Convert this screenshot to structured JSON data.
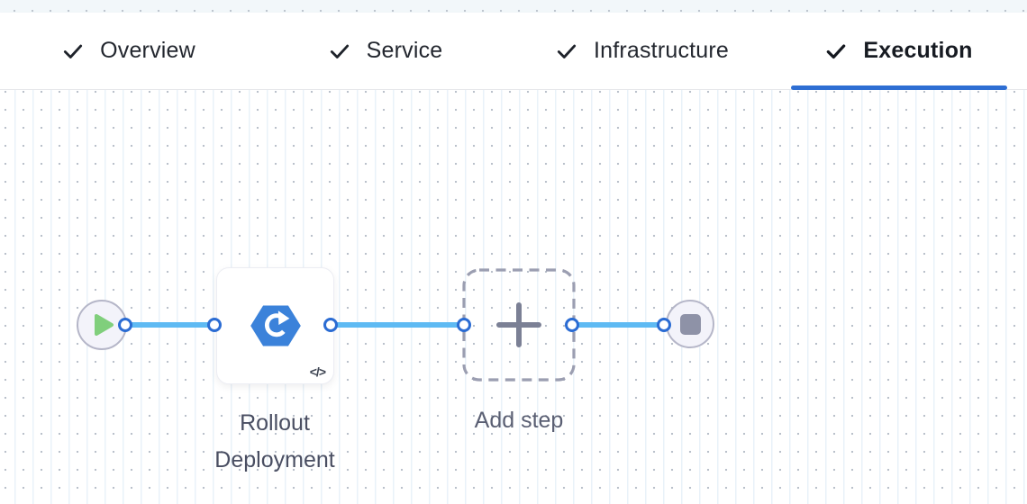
{
  "tabs": [
    {
      "label": "Overview",
      "checked": true,
      "active": false
    },
    {
      "label": "Service",
      "checked": true,
      "active": false
    },
    {
      "label": "Infrastructure",
      "checked": true,
      "active": false
    },
    {
      "label": "Execution",
      "checked": true,
      "active": true
    }
  ],
  "pipeline": {
    "start_node": "start",
    "steps": [
      {
        "label": "Rollout Deployment",
        "type": "rollout-deployment",
        "code_icon": "</>"
      }
    ],
    "add_step_label": "Add step",
    "end_node": "stop"
  },
  "colors": {
    "active_tab_underline": "#2e6ed3",
    "edge_blue": "#5ebaf3",
    "port_ring_blue": "#2b6cd3",
    "play_green": "#80cf7c",
    "step_icon_blue": "#3b82da",
    "stop_gray": "#8e92a7",
    "dashed_border": "#9b9eb1"
  }
}
